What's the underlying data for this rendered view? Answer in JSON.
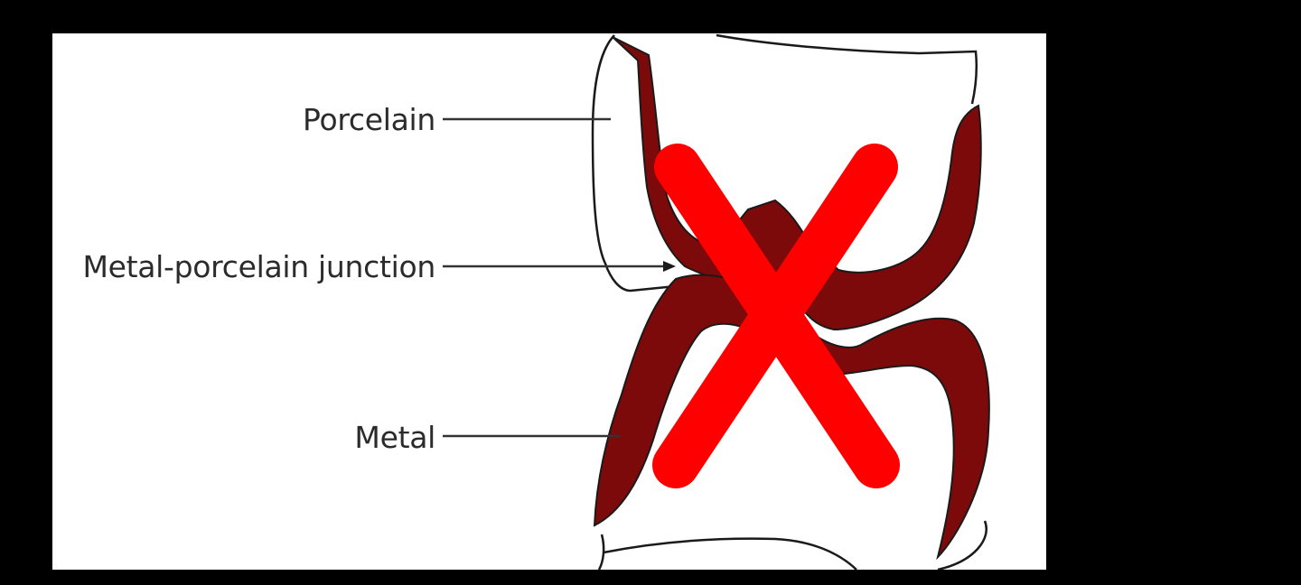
{
  "labels": {
    "porcelain": "Porcelain",
    "junction": "Metal-porcelain junction",
    "metal": "Metal"
  },
  "overlay": {
    "mark": "X",
    "mark_icon": "cross-icon",
    "color": "#ff0000"
  },
  "colors": {
    "background": "#000000",
    "panel": "#ffffff",
    "metal": "#7d0a0a",
    "outline": "#1a1a1a"
  }
}
